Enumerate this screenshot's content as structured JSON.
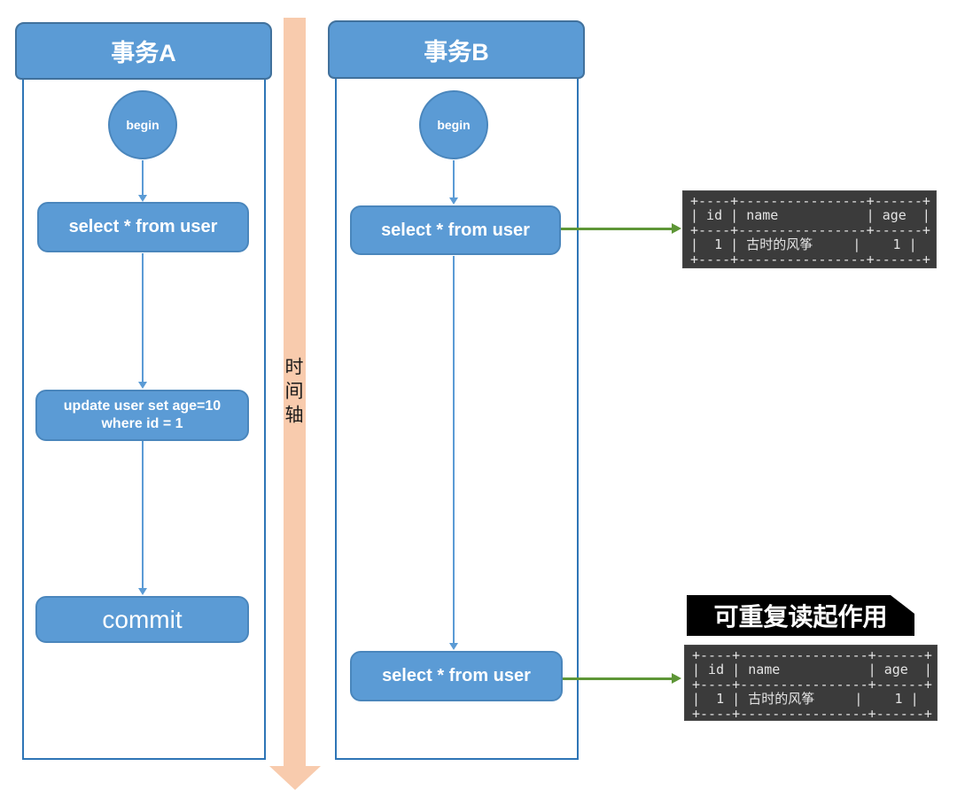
{
  "colors": {
    "node_fill": "#5b9bd5",
    "node_border": "#41719c",
    "lane_border": "#2e75b6",
    "timeline_fill": "#f8cbad",
    "green_arrow": "#5e9637",
    "terminal_bg": "#3b3b3b",
    "terminal_text": "#e3e3e3",
    "annotation_bg": "#000000",
    "annotation_text": "#ffffff"
  },
  "timeline": {
    "label": "时间轴"
  },
  "transaction_a": {
    "title": "事务A",
    "begin_label": "begin",
    "select_label": "select * from user",
    "update_label": "update user set age=10\nwhere id = 1",
    "commit_label": "commit"
  },
  "transaction_b": {
    "title": "事务B",
    "begin_label": "begin",
    "select1_label": "select * from user",
    "select2_label": "select * from user"
  },
  "result_table_1": {
    "ascii": "+----+----------------+------+\n| id | name           | age  |\n+----+----------------+------+\n|  1 | 古时的风筝     |    1 |\n+----+----------------+------+"
  },
  "result_table_2": {
    "ascii": "+----+----------------+------+\n| id | name           | age  |\n+----+----------------+------+\n|  1 | 古时的风筝     |    1 |\n+----+----------------+------+"
  },
  "annotation": {
    "label": "可重复读起作用"
  }
}
